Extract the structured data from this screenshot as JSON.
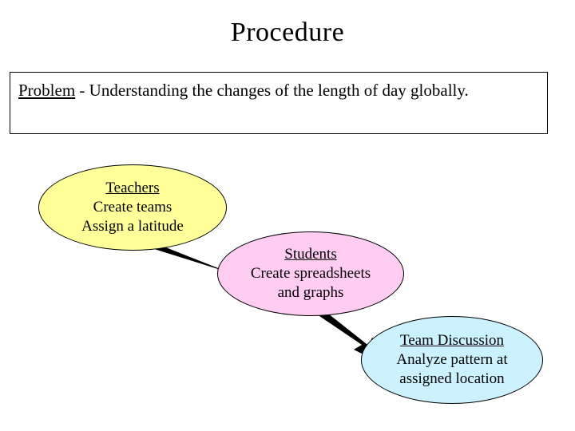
{
  "slide": {
    "title": "Procedure",
    "problem": {
      "label": "Problem",
      "rest": " - Understanding the changes of the length of day globally."
    },
    "nodes": [
      {
        "id": "teachers",
        "heading": "Teachers",
        "lines": [
          "Create teams",
          "Assign a latitude"
        ],
        "color": "#ffff99"
      },
      {
        "id": "students",
        "heading": "Students",
        "lines": [
          "Create spreadsheets",
          "and graphs"
        ],
        "color": "#ffccf2"
      },
      {
        "id": "team-discussion",
        "heading": "Team Discussion",
        "lines": [
          "Analyze pattern at",
          "assigned location"
        ],
        "color": "#ccf2ff"
      }
    ],
    "arrows": [
      {
        "name": "arrow-teachers-to-students"
      },
      {
        "name": "arrow-students-to-team"
      }
    ]
  }
}
